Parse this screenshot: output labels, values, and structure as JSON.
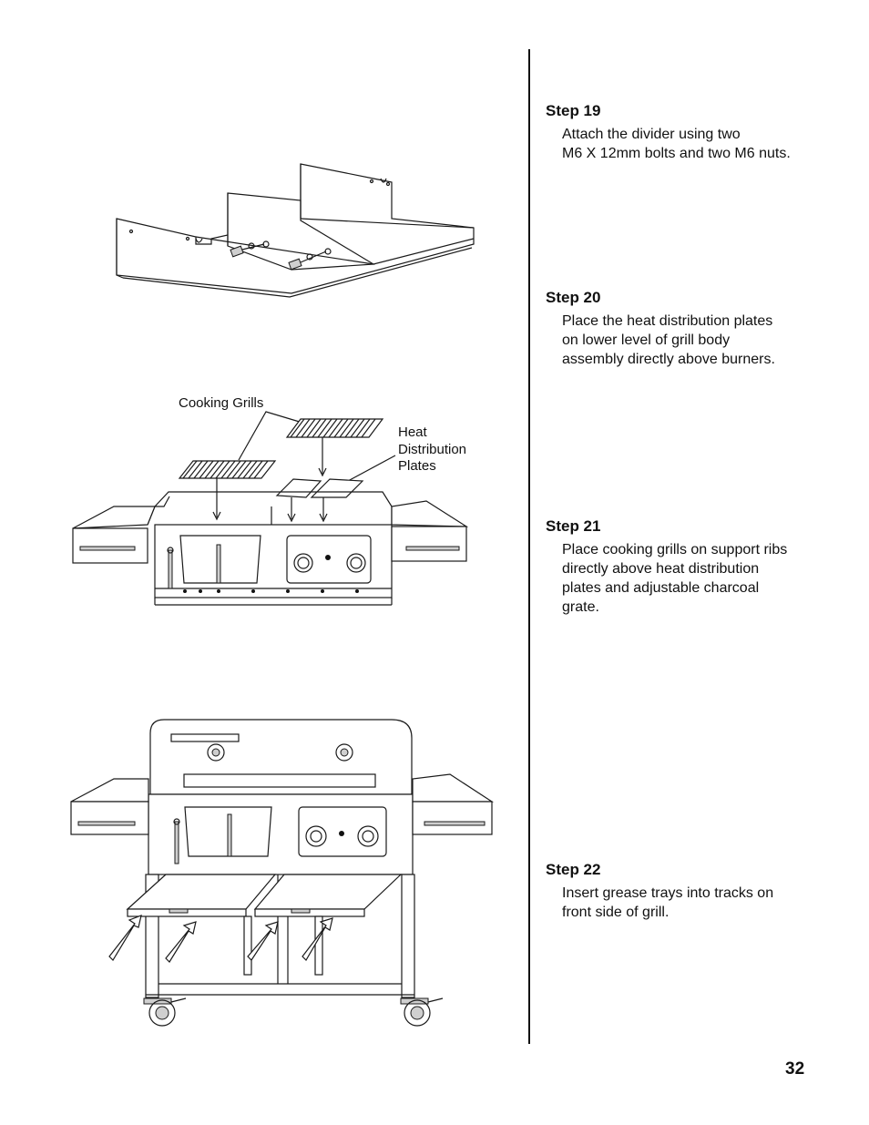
{
  "steps": [
    {
      "heading": "Step 19",
      "lines": [
        "Attach the divider using two",
        "M6 X 12mm bolts and two M6 nuts."
      ]
    },
    {
      "heading": "Step 20",
      "lines": [
        "Place the heat distribution plates",
        "on lower level of grill body",
        "assembly directly above burners."
      ]
    },
    {
      "heading": "Step 21",
      "lines": [
        "Place cooking grills on support ribs",
        "directly above heat distribution",
        "plates and adjustable charcoal",
        "grate."
      ]
    },
    {
      "heading": "Step 22",
      "lines": [
        "Insert grease trays into tracks on",
        "front side of grill."
      ]
    }
  ],
  "figure_labels": {
    "cooking_grills": "Cooking Grills",
    "heat_distribution_plates": [
      "Heat",
      "Distribution",
      "Plates"
    ]
  },
  "page_number": "32"
}
